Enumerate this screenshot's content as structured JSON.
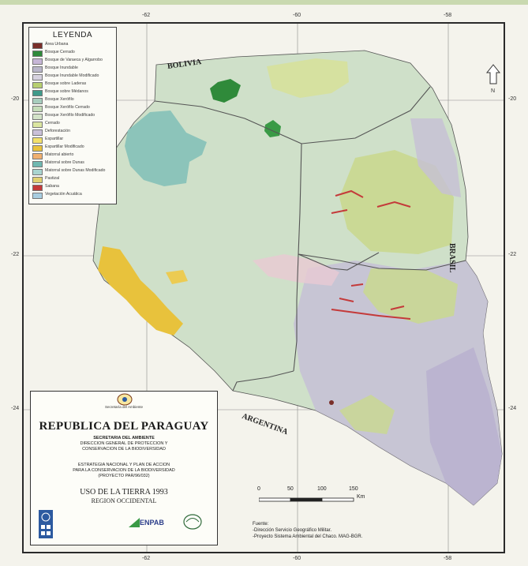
{
  "map": {
    "lon_ticks": [
      "-62",
      "-60",
      "-58"
    ],
    "lat_ticks": [
      "-20",
      "-22",
      "-24"
    ],
    "countries": {
      "bolivia": "BOLIVIA",
      "brasil": "BRASIL",
      "argentina": "ARGENTINA"
    },
    "north_label": "N"
  },
  "legend": {
    "title": "LEYENDA",
    "items": [
      {
        "label": "Área Urbana",
        "color": "#7a2f2a"
      },
      {
        "label": "Bosque Cerrado",
        "color": "#2f8a3a"
      },
      {
        "label": "Bosque de Varaeca y Algarrobo",
        "color": "#c6b6d6"
      },
      {
        "label": "Bosque Inundable",
        "color": "#b9b6c9"
      },
      {
        "label": "Bosque Inundable Modificado",
        "color": "#d6d2df"
      },
      {
        "label": "Bosque sobre Laderas",
        "color": "#b7cf6f"
      },
      {
        "label": "Bosque sobre Médanos",
        "color": "#3f9a8a"
      },
      {
        "label": "Bosque Xerófilo",
        "color": "#a7cdbd"
      },
      {
        "label": "Bosque Xerófilo Cerrado",
        "color": "#c4dcb8"
      },
      {
        "label": "Bosque Xerófilo Modificado",
        "color": "#d3e3c8"
      },
      {
        "label": "Cerrado",
        "color": "#dbe6a0"
      },
      {
        "label": "Deforestación",
        "color": "#c9c0d8"
      },
      {
        "label": "Espartillar",
        "color": "#f2e06a"
      },
      {
        "label": "Espartillar Modificado",
        "color": "#e8c23c"
      },
      {
        "label": "Matorral abierto",
        "color": "#f0b070"
      },
      {
        "label": "Matorral sobre Dunas",
        "color": "#6fb8b0"
      },
      {
        "label": "Matorral sobre Dunas Modificado",
        "color": "#a9d4cf"
      },
      {
        "label": "Pastizal",
        "color": "#e0d070"
      },
      {
        "label": "Sabana",
        "color": "#c43a3a"
      },
      {
        "label": "Vegetación Acuática",
        "color": "#a8cde0"
      }
    ]
  },
  "titlebox": {
    "secretaria": "Secretaría del Ambiente",
    "title": "REPUBLICA DEL PARAGUAY",
    "lines1": [
      "SECRETARIA DEL AMBIENTE",
      "DIRECCION GENERAL DE PROTECCION Y",
      "CONSERVACION DE LA BIODIVERSIDAD"
    ],
    "lines2": [
      "ESTRATEGIA NACIONAL Y PLAN DE ACCION",
      "PARA LA CONSERVACION DE LA BIODIVERSIDAD",
      "(PROYECTO PAR/96/032)"
    ],
    "uso": "USO DE LA TIERRA 1993",
    "region": "REGION OCCIDENTAL",
    "enpab": "ENPAB"
  },
  "scale": {
    "labels": [
      "0",
      "50",
      "100",
      "150"
    ],
    "unit": "Km"
  },
  "fuente": {
    "title": "Fuente:",
    "lines": [
      "-Dirección Servicio Geográfico Militar.",
      "-Proyecto Sistema Ambiental del Chaco. MAG-BGR."
    ]
  },
  "colors": {
    "base": "#cfe0c9",
    "purple": "#c6bfd6",
    "olive": "#c9d88f",
    "teal": "#8cc4ba",
    "yellow": "#e8c23c",
    "green": "#2f8a3a",
    "border": "#555555"
  }
}
